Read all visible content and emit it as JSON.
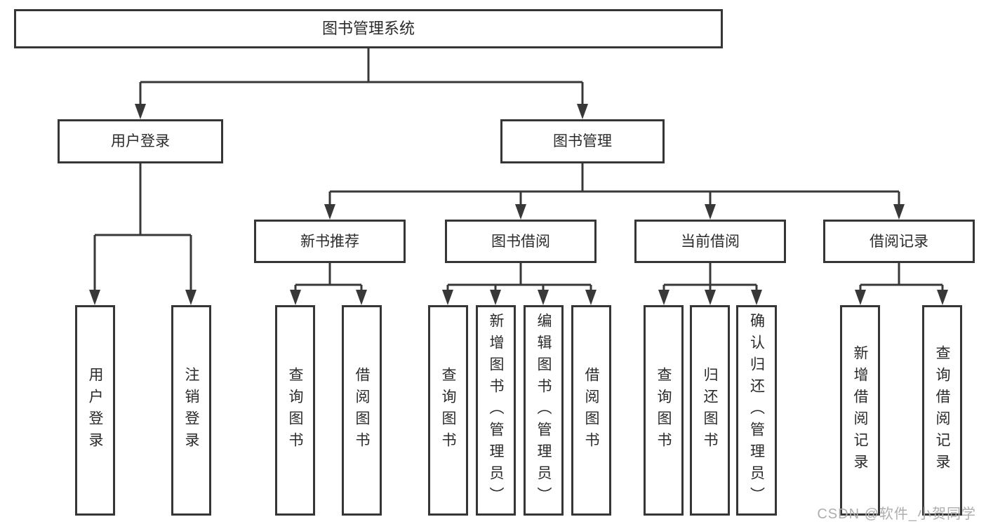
{
  "diagram": {
    "root": "图书管理系统",
    "level2": [
      {
        "label": "用户登录",
        "children": [
          "用户登录",
          "注销登录"
        ]
      },
      {
        "label": "图书管理",
        "children": [
          {
            "label": "新书推荐",
            "children": [
              "查询图书",
              "借阅图书"
            ]
          },
          {
            "label": "图书借阅",
            "children": [
              "查询图书",
              "新增图书（管理员）",
              "编辑图书（管理员）",
              "借阅图书"
            ]
          },
          {
            "label": "当前借阅",
            "children": [
              "查询图书",
              "归还图书",
              "确认归还（管理员）"
            ]
          },
          {
            "label": "借阅记录",
            "children": [
              "新增借阅记录",
              "查询借阅记录"
            ]
          }
        ]
      }
    ]
  },
  "watermark": {
    "text": "CSDN @软件_小贺同学"
  },
  "colors": {
    "line": "#383838",
    "box_border": "#363636",
    "text": "#2b2b2b",
    "watermark": "#aeaeae",
    "background": "#ffffff"
  }
}
